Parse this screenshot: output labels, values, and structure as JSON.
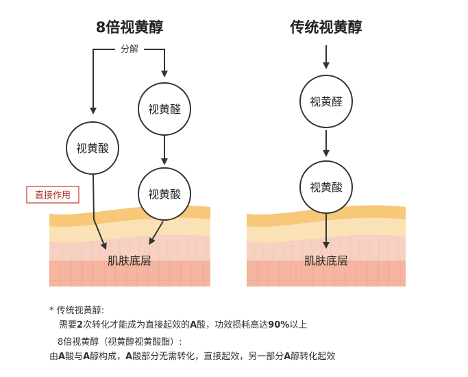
{
  "left_panel": {
    "title": "8倍视黄醇",
    "split_label": "分解",
    "node_aldehyde": "视黄醛",
    "node_acid_left": "视黄酸",
    "node_acid_right": "视黄酸",
    "direct_tag": "直接作用",
    "skin_label": "肌肤底层"
  },
  "right_panel": {
    "title": "传统视黄醇",
    "node_aldehyde": "视黄醛",
    "node_acid": "视黄酸",
    "skin_label": "肌肤底层"
  },
  "notes": {
    "line1": "* 传统视黄醇:",
    "line2_a": "需要",
    "line2_b": "2",
    "line2_c": "次转化才能成为直接起效的",
    "line2_d": "A",
    "line2_e": "酸，功效损耗高达",
    "line2_f": "90%",
    "line2_g": "以上",
    "line3": "8倍视黄醇（视黄醇视黄酸酯）:",
    "line4_a": "由",
    "line4_b": "A",
    "line4_c": "酸与",
    "line4_d": "A",
    "line4_e": "醇构成，",
    "line4_f": "A",
    "line4_g": "酸部分无需转化，直接起效，另一部分",
    "line4_h": "A",
    "line4_i": "醇转化起效"
  },
  "colors": {
    "skin_top": "#f6c877",
    "skin_mid": "#fbe2b6",
    "skin_low": "#f7d2c2",
    "skin_base": "#f4b6a0",
    "tag_border": "#c0392b",
    "tag_text": "#b03026"
  }
}
